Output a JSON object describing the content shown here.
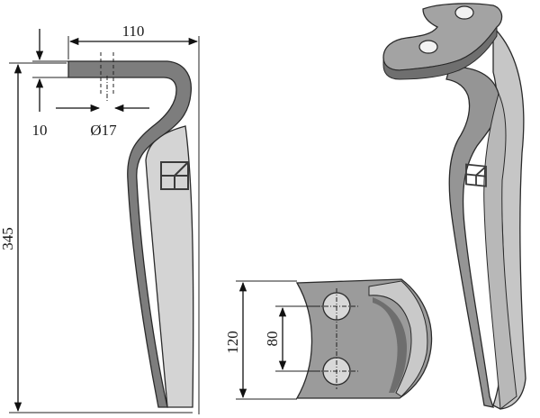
{
  "dimensions": {
    "width_top": "110",
    "thickness": "10",
    "hole_diameter": "Ø17",
    "height": "345",
    "hole_span_outer": "120",
    "hole_spacing": "80"
  },
  "colors": {
    "blade_dark": "#7b7b7b",
    "blade_mid": "#9a9a9a",
    "blade_light": "#c8c8c8",
    "blade_lighter": "#d6d6d6",
    "outline": "#2a2a2a"
  },
  "icons": {
    "maker_mark": "maker-mark-icon"
  }
}
